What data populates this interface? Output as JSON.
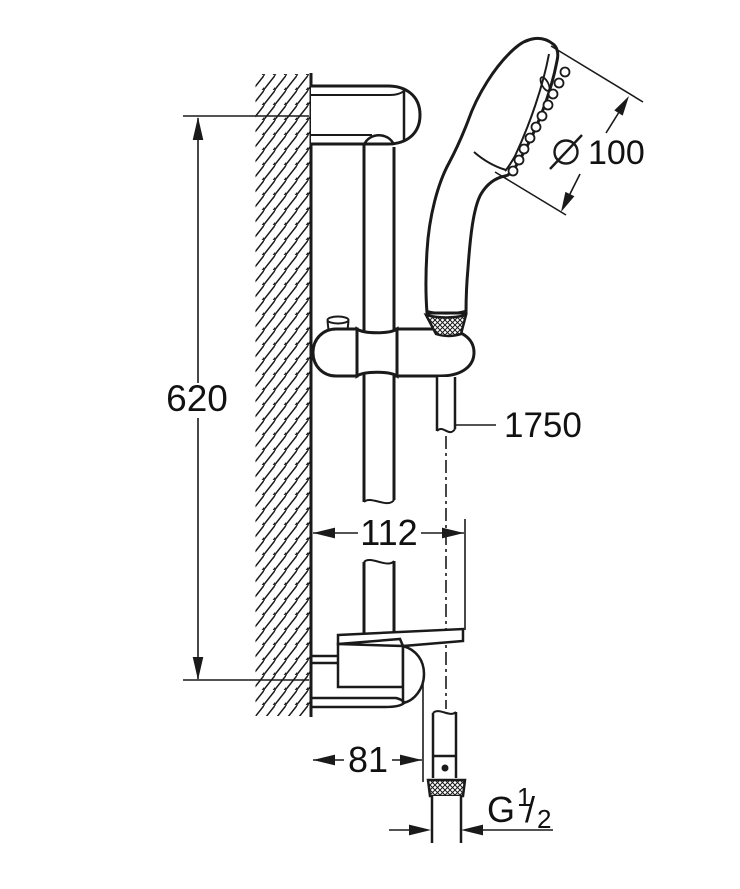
{
  "drawing": {
    "type": "technical-dimension-drawing",
    "subject": "wall-mounted shower rail set with hand shower and hose"
  },
  "dimensions": {
    "rail_height": "620",
    "head_diameter_symbol": "Ø",
    "head_diameter": "100",
    "hose_length": "1750",
    "wall_to_glide_rim": "112",
    "wall_to_glide_body": "81",
    "thread_label": "G",
    "thread_sup": "1",
    "thread_slash": "/",
    "thread_sub": "2"
  },
  "colors": {
    "ink": "#1a1a1a",
    "background": "#ffffff"
  }
}
